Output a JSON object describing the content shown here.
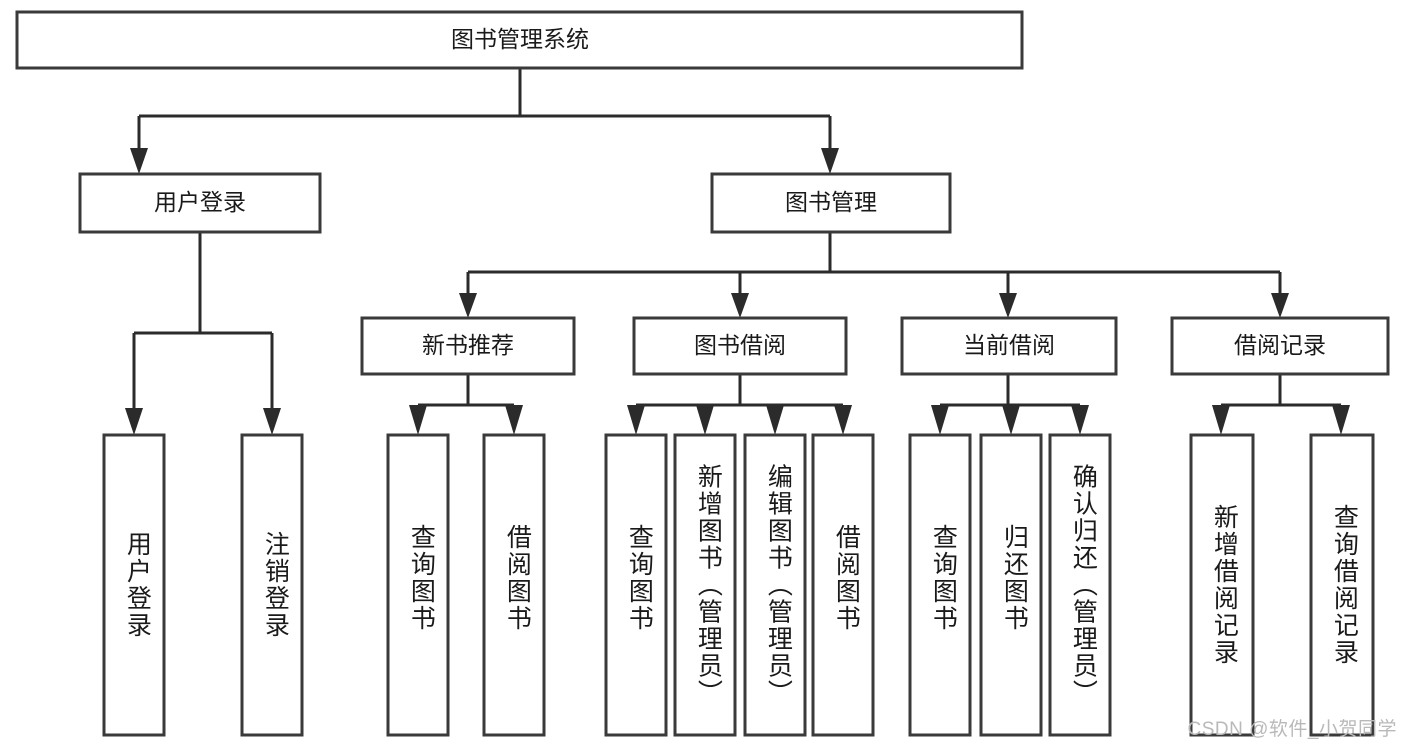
{
  "diagram": {
    "title": "图书管理系统",
    "type": "tree-hierarchy",
    "watermark": "CSDN @软件_小贺同学",
    "colors": {
      "box_fill": "#ffffff",
      "box_stroke": "#3a3a3a",
      "connector": "#2b2b2b",
      "text": "#1a1a1a",
      "watermark": "#b9b9b9",
      "background": "#ffffff"
    },
    "root": {
      "label": "图书管理系统"
    },
    "level1": [
      {
        "label": "用户登录"
      },
      {
        "label": "图书管理"
      }
    ],
    "level2": [
      {
        "label": "新书推荐"
      },
      {
        "label": "图书借阅"
      },
      {
        "label": "当前借阅"
      },
      {
        "label": "借阅记录"
      }
    ],
    "leaves": {
      "user_login": [
        {
          "label": "用户登录"
        },
        {
          "label": "注销登录"
        }
      ],
      "new_book_recommend": [
        {
          "label": "查询图书"
        },
        {
          "label": "借阅图书"
        }
      ],
      "book_borrow": [
        {
          "label": "查询图书"
        },
        {
          "label": "新增图书（管理员）"
        },
        {
          "label": "编辑图书（管理员）"
        },
        {
          "label": "借阅图书"
        }
      ],
      "current_borrow": [
        {
          "label": "查询图书"
        },
        {
          "label": "归还图书"
        },
        {
          "label": "确认归还（管理员）"
        }
      ],
      "borrow_record": [
        {
          "label": "新增借阅记录"
        },
        {
          "label": "查询借阅记录"
        }
      ]
    }
  }
}
